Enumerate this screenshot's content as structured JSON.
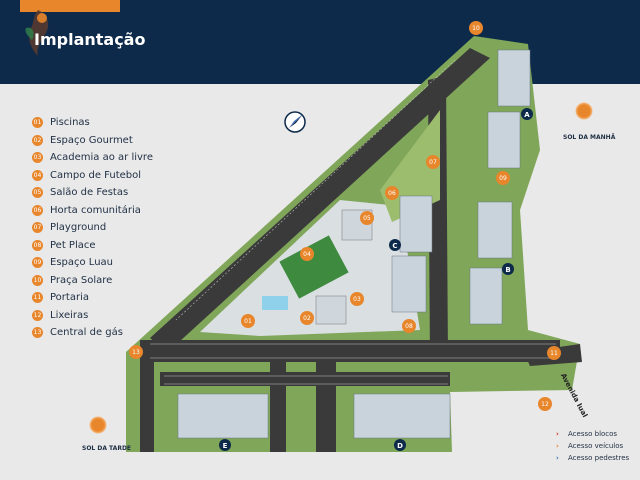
{
  "header": {
    "title": "Implantação",
    "background": "#0d2a4a",
    "accent": "#e8862c"
  },
  "legend": [
    {
      "num": "01",
      "label": "Piscinas"
    },
    {
      "num": "02",
      "label": "Espaço Gourmet"
    },
    {
      "num": "03",
      "label": "Academia ao ar livre"
    },
    {
      "num": "04",
      "label": "Campo de Futebol"
    },
    {
      "num": "05",
      "label": "Salão de Festas"
    },
    {
      "num": "06",
      "label": "Horta comunitária"
    },
    {
      "num": "07",
      "label": "Playground"
    },
    {
      "num": "08",
      "label": "Pet Place"
    },
    {
      "num": "09",
      "label": "Espaço Luau"
    },
    {
      "num": "10",
      "label": "Praça Solare"
    },
    {
      "num": "11",
      "label": "Portaria"
    },
    {
      "num": "12",
      "label": "Lixeiras"
    },
    {
      "num": "13",
      "label": "Central de gás"
    }
  ],
  "map": {
    "markers": [
      "01",
      "02",
      "03",
      "04",
      "05",
      "06",
      "07",
      "08",
      "09",
      "10",
      "11",
      "12",
      "13"
    ],
    "blocks": [
      "A",
      "B",
      "C",
      "D",
      "E"
    ],
    "street": "Avenida Iual",
    "colors": {
      "grass": "#6e9a4a",
      "road": "#3a3a3a",
      "building": "#c9d3dc",
      "marker": "#e8862c",
      "block": "#0d2a4a"
    }
  },
  "sun": {
    "morning": "SOL DA MANHÃ",
    "afternoon": "SOL DA TARDE"
  },
  "access": [
    {
      "label": "Acesso blocos",
      "color": "#d8342c"
    },
    {
      "label": "Acesso veículos",
      "color": "#e8862c"
    },
    {
      "label": "Acesso pedestres",
      "color": "#3f6fb5"
    }
  ]
}
